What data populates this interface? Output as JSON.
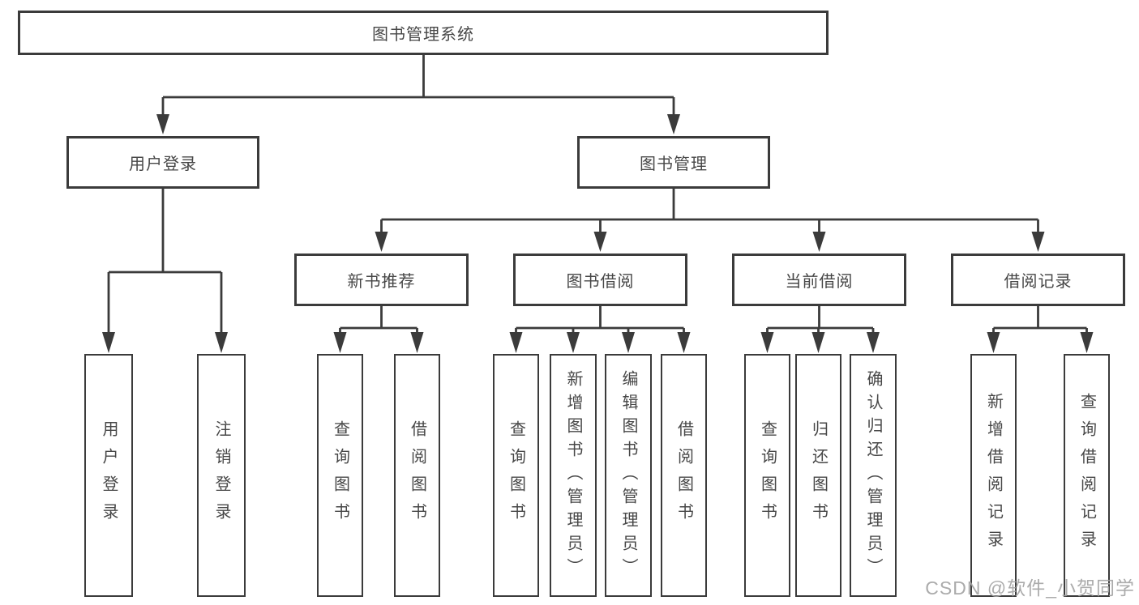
{
  "diagram": {
    "root": {
      "label": "图书管理系统"
    },
    "level2": [
      {
        "label": "用户登录"
      },
      {
        "label": "图书管理"
      }
    ],
    "level3": [
      {
        "label": "新书推荐"
      },
      {
        "label": "图书借阅"
      },
      {
        "label": "当前借阅"
      },
      {
        "label": "借阅记录"
      }
    ],
    "leaves": {
      "user_login": [
        "用户登录",
        "注销登录"
      ],
      "new_book_recommend": [
        "查询图书",
        "借阅图书"
      ],
      "book_borrowing": [
        "查询图书",
        "新增图书（管理员）",
        "编辑图书（管理员）",
        "借阅图书"
      ],
      "current_borrowing": [
        "查询图书",
        "归还图书",
        "确认归还（管理员）"
      ],
      "borrowing_records": [
        "新增借阅记录",
        "查询借阅记录"
      ]
    }
  },
  "watermark": {
    "text": "CSDN @软件_小贺同学"
  },
  "colors": {
    "line": "#3b3b3b",
    "text": "#474747",
    "background": "#ffffff",
    "watermark": "#a2a2a2"
  }
}
